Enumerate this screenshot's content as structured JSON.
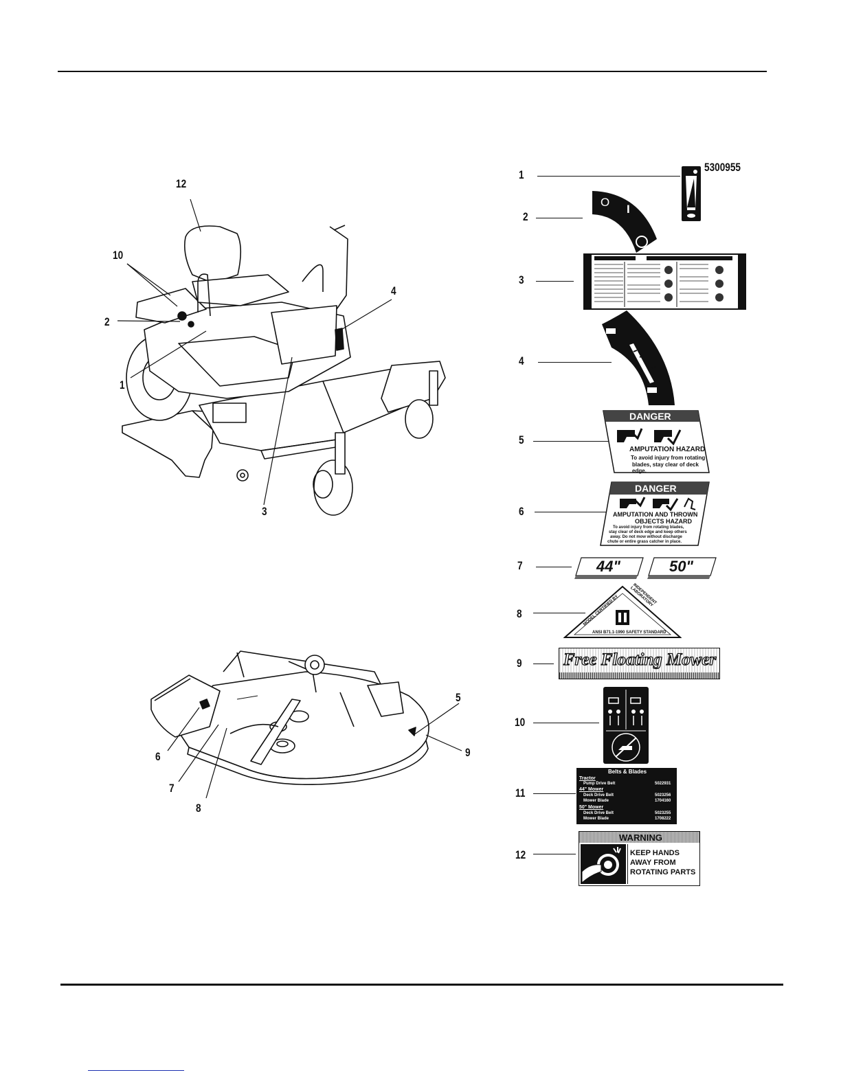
{
  "callouts": {
    "tractor": [
      "12",
      "10",
      "2",
      "4",
      "1",
      "3"
    ],
    "deck": [
      "5",
      "9",
      "6",
      "7",
      "8"
    ],
    "decals": [
      "1",
      "2",
      "3",
      "4",
      "5",
      "6",
      "7",
      "8",
      "9",
      "10",
      "11",
      "12"
    ]
  },
  "decal1": {
    "part_number": "5300955"
  },
  "decal2": {
    "off": "O",
    "on": "I"
  },
  "decal5": {
    "header": "DANGER",
    "title": "AMPUTATION HAZARD",
    "line1": "To avoid injury from rotating",
    "line2": "blades, stay clear of deck edge."
  },
  "decal6": {
    "header": "DANGER",
    "title1": "AMPUTATION AND THROWN",
    "title2": "OBJECTS HAZARD",
    "line1": "To avoid injury from rotating blades,",
    "line2": "stay clear of deck edge and keep others",
    "line3": "away. Do not mow without discharge",
    "line4": "chute or entire grass catcher in place."
  },
  "decal7": {
    "size_a": "44\"",
    "size_b": "50\""
  },
  "decal8": {
    "top": "MODEL CERTIFIED BY",
    "right": "INDEPENDENT LABORATORY",
    "bottom": "ANSI B71.1-1990 SAFETY STANDARD"
  },
  "decal9": {
    "text": "Free Floating Mower"
  },
  "decal11": {
    "title": "Belts & Blades",
    "tractor": "Tractor",
    "pump_belt": "Pump Drive Belt",
    "pump_belt_no": "5022931",
    "mower44": "44\" Mower",
    "deck_belt_44": "Deck Drive Belt",
    "deck_belt_44_no": "5023256",
    "blade_44": "Mower Blade",
    "blade_44_no": "1704160",
    "mower50": "50\" Mower",
    "deck_belt_50": "Deck Drive Belt",
    "deck_belt_50_no": "5023255",
    "blade_50": "Mower Blade",
    "blade_50_no": "1708222"
  },
  "decal12": {
    "header": "WARNING",
    "line1": "KEEP HANDS",
    "line2": "AWAY FROM",
    "line3": "ROTATING PARTS"
  }
}
